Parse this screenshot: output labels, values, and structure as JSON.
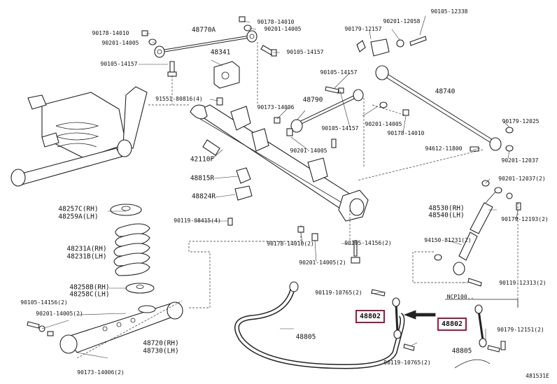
{
  "labels": {
    "l01": "90178-14010",
    "l02": "90201-14005",
    "l03": "48770A",
    "l04": "90178-14010",
    "l05": "90201-14005",
    "l06": "90105-14157",
    "l07": "48341",
    "l08": "90105-14157",
    "l09": "91551-80816(4)",
    "l10": "90173-14006",
    "l11": "48790",
    "l12": "90105-12338",
    "l13": "90179-12157",
    "l14": "90201-12058",
    "l15": "90105-14157",
    "l16": "48740",
    "l17": "90201-14005",
    "l18": "90178-14010",
    "l19": "90105-14157",
    "l20": "90201-14005",
    "l21": "90179-12025",
    "l22": "94612-11800",
    "l23": "42110F",
    "l24": "90201-12037",
    "l25": "48815R",
    "l26": "90201-12037(2)",
    "l27": "48824R",
    "l28": "48530(RH)",
    "l29": "48540(LH)",
    "l30": "48257C(RH)",
    "l31": "48259A(LH)",
    "l32": "90119-08415(4)",
    "l33": "90179-12193(2)",
    "l34": "90178-14010(2)",
    "l35": "90105-14156(2)",
    "l36": "94150-81231(2)",
    "l37": "48231A(RH)",
    "l38": "48231B(LH)",
    "l39": "90201-14005(2)",
    "l40": "48258B(RH)",
    "l41": "48258C(LH)",
    "l42": "90119-12313(2)",
    "l43": "90105-14156(2)",
    "l44": "90119-10765(2)",
    "l45": "90201-14005(2)",
    "l46": "NCP100..",
    "l47": "48805",
    "l48": "90179-12151(2)",
    "l49": "48720(RH)",
    "l50": "48730(LH)",
    "l51": "48805",
    "l52": "90119-10765(2)",
    "l53": "90173-14006(2)",
    "l54": "481531E"
  },
  "highlights": {
    "h1": "48802",
    "h2": "48802"
  }
}
